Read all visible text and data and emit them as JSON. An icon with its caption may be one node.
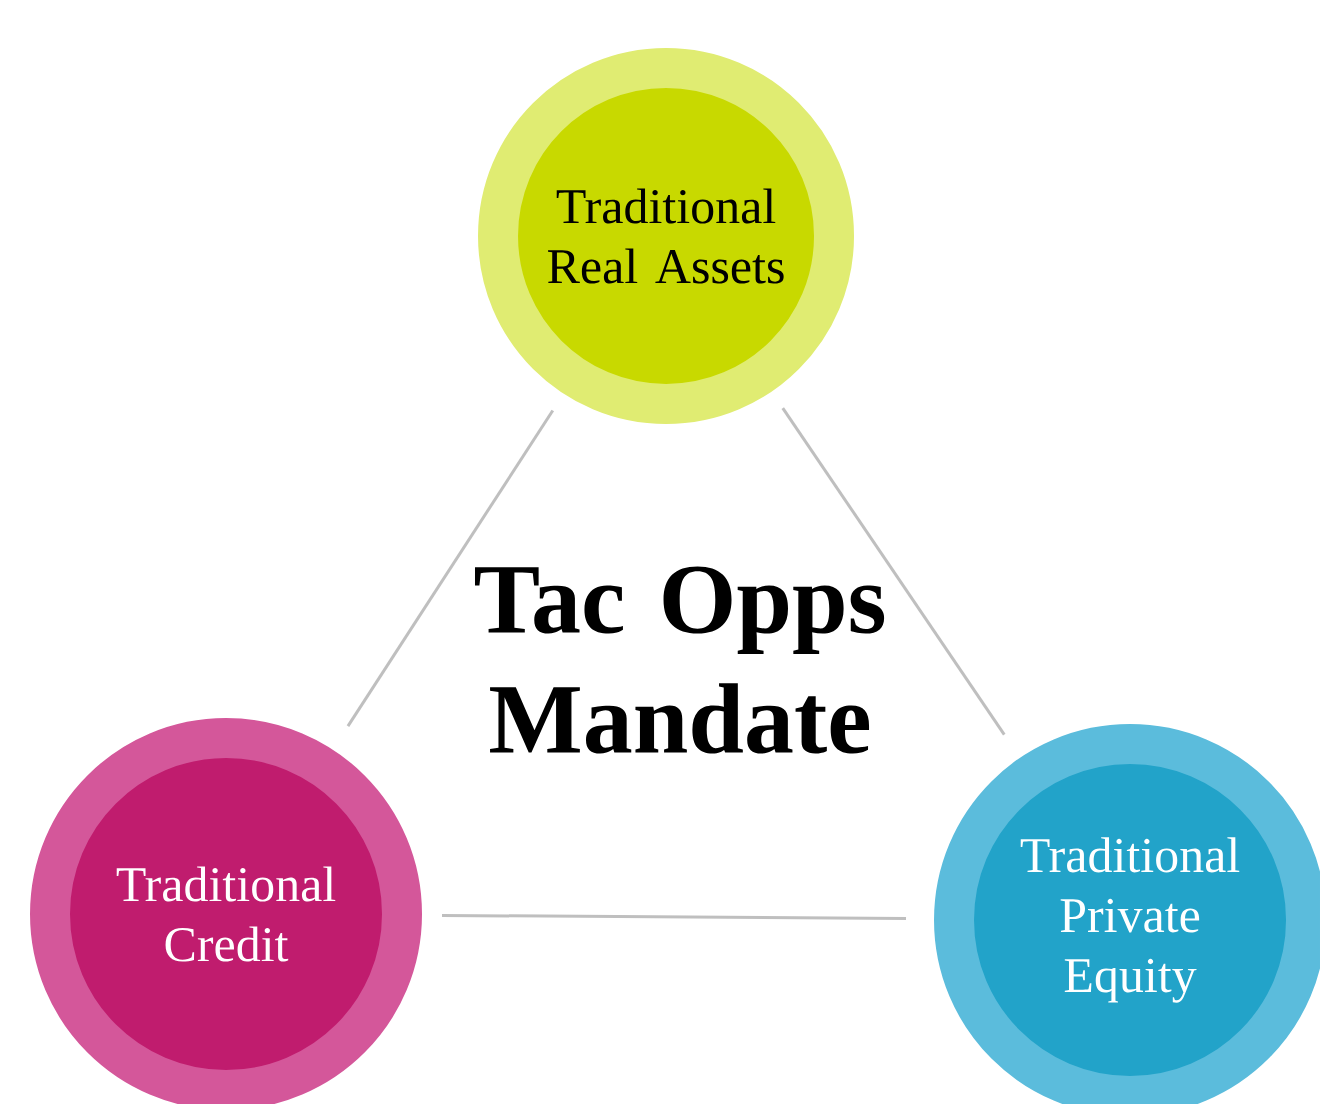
{
  "diagram": {
    "title": "Tac Opps Mandate",
    "nodes": [
      {
        "text": [
          "Traditional Real Assets"
        ]
      },
      {
        "text": [
          "Traditional Credit"
        ]
      },
      {
        "text": [
          "Traditional Private Equity"
        ]
      }
    ],
    "edges": [
      {
        "from": 0,
        "to": 1,
        "arrow": "none"
      },
      {
        "from": 0,
        "to": 2,
        "arrow": "none"
      },
      {
        "from": 1,
        "to": 2,
        "arrow": "none"
      }
    ]
  }
}
